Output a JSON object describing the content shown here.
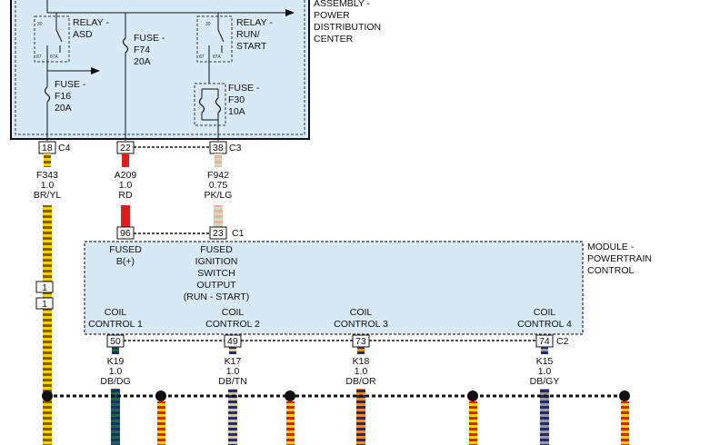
{
  "pdc": {
    "label": [
      "ASSEMBLY -",
      "POWER",
      "DISTRIBUTION",
      "CENTER"
    ],
    "relay_asd": {
      "label": [
        "RELAY -",
        "ASD"
      ],
      "pins": [
        "30",
        "87",
        "87A"
      ]
    },
    "relay_run_start": {
      "label": [
        "RELAY -",
        "RUN/",
        "START"
      ],
      "pins": [
        "30",
        "87",
        "87A"
      ]
    },
    "fuse_f74": [
      "FUSE -",
      "F74",
      "20A"
    ],
    "fuse_f16": [
      "FUSE -",
      "F16",
      "20A"
    ],
    "fuse_f30": [
      "FUSE -",
      "F30",
      "10A"
    ],
    "pins": [
      "18",
      "22",
      "38"
    ],
    "connector_c4": "C4",
    "connector_c3": "C3"
  },
  "wires_top": [
    {
      "circuit": "F343",
      "gauge": "1.0",
      "color": "BR/YL"
    },
    {
      "circuit": "A209",
      "gauge": "1.0",
      "color": "RD"
    },
    {
      "circuit": "F942",
      "gauge": "0.75",
      "color": "PK/LG"
    }
  ],
  "inline_connector": [
    "1",
    "1"
  ],
  "pcm": {
    "label": [
      "MODULE -",
      "POWERTRAIN",
      "CONTROL"
    ],
    "pins_in": [
      "96",
      "23"
    ],
    "connector_c1": "C1",
    "fused_b": [
      "FUSED",
      "B(+)"
    ],
    "fused_ign": [
      "FUSED",
      "IGNITION",
      "SWITCH",
      "OUTPUT",
      "(RUN - START)"
    ],
    "coils": [
      {
        "label": [
          "COIL",
          "CONTROL 1"
        ],
        "pin": "50"
      },
      {
        "label": [
          "COIL",
          "CONTROL 2"
        ],
        "pin": "49"
      },
      {
        "label": [
          "COIL",
          "CONTROL 3"
        ],
        "pin": "73"
      },
      {
        "label": [
          "COIL",
          "CONTROL 4"
        ],
        "pin": "74"
      }
    ],
    "connector_c2": "C2"
  },
  "wires_bottom": [
    {
      "circuit": "K19",
      "gauge": "1.0",
      "color": "DB/DG"
    },
    {
      "circuit": "K17",
      "gauge": "1.0",
      "color": "DB/TN"
    },
    {
      "circuit": "K18",
      "gauge": "1.0",
      "color": "DB/OR"
    },
    {
      "circuit": "K15",
      "gauge": "1.0",
      "color": "DB/GY"
    }
  ],
  "colors": {
    "box_fill": "#d6e9f5",
    "brown_yellow": [
      "#8a5a1e",
      "#f2d300"
    ],
    "red": "#e01c1c",
    "pink_lightgreen": [
      "#f4a6bd",
      "#c8e6a8"
    ],
    "dark_blue": "#1f2a7a",
    "dark_green": "#1e6b3a",
    "tan": "#d8c49a",
    "orange": "#f58a1f",
    "gray": "#9a9a9a",
    "splice": "#d8b400"
  }
}
